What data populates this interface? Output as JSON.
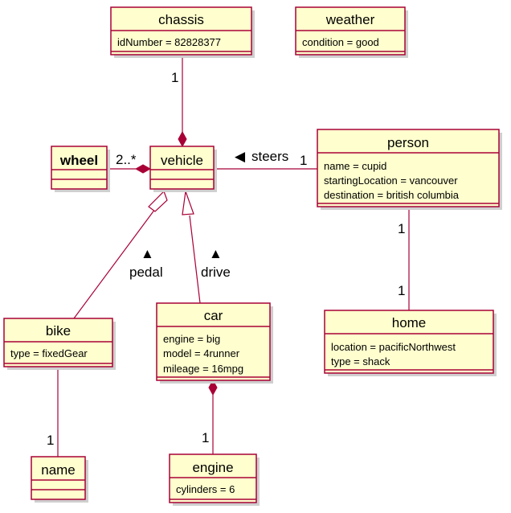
{
  "classes": {
    "chassis": {
      "name": "chassis",
      "attrs": [
        "idNumber = 82828377"
      ]
    },
    "weather": {
      "name": "weather",
      "attrs": [
        "condition = good"
      ]
    },
    "wheel": {
      "name": "wheel",
      "attrs": []
    },
    "vehicle": {
      "name": "vehicle",
      "attrs": []
    },
    "person": {
      "name": "person",
      "attrs": [
        "name = cupid",
        "startingLocation = vancouver",
        "destination = british columbia"
      ]
    },
    "bike": {
      "name": "bike",
      "attrs": [
        "type = fixedGear"
      ]
    },
    "car": {
      "name": "car",
      "attrs": [
        "engine = big",
        "model = 4runner",
        "mileage = 16mpg"
      ]
    },
    "home": {
      "name": "home",
      "attrs": [
        "location = pacificNorthwest",
        "type = shack"
      ]
    },
    "name": {
      "name": "name",
      "attrs": []
    },
    "engine": {
      "name": "engine",
      "attrs": [
        "cylinders = 6"
      ]
    }
  },
  "relations": {
    "chassis_vehicle": {
      "mult": "1"
    },
    "wheel_vehicle": {
      "mult": "2..*"
    },
    "person_vehicle": {
      "label": "steers",
      "mult": "1",
      "arrow": "◀"
    },
    "bike_vehicle": {
      "label": "pedal",
      "arrow": "▲"
    },
    "car_vehicle": {
      "label": "drive",
      "arrow": "▲"
    },
    "person_home": {
      "mult_top": "1",
      "mult_bottom": "1"
    },
    "bike_name": {
      "mult": "1"
    },
    "car_engine": {
      "mult": "1"
    }
  },
  "colors": {
    "class_fill": "#FEFECE",
    "class_border": "#A80036",
    "edge": "#A80036"
  }
}
